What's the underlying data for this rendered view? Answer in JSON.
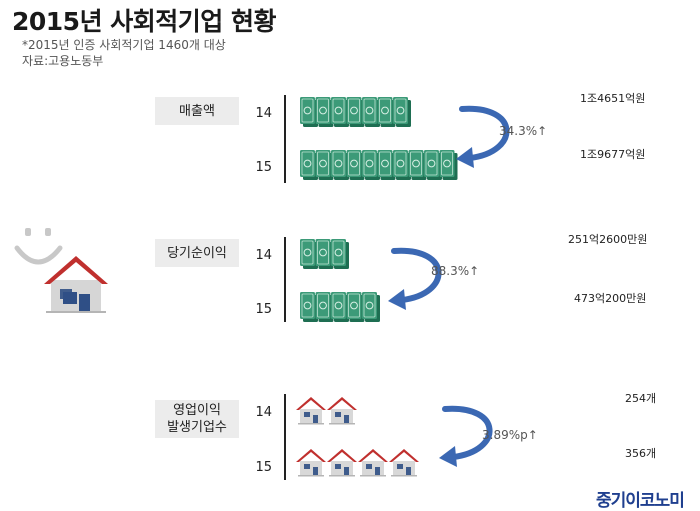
{
  "title": "2015년 사회적기업 현황",
  "notes": {
    "target": "*2015년 인증 사회적기업 1460개 대상",
    "source": "자료:고용노동부"
  },
  "brand": "중기이코노미",
  "colors": {
    "money": "#3c9a78",
    "money_dark": "#1e6e52",
    "house_roof": "#c0302e",
    "house_wall": "#d8d8d8",
    "arrow": "#3b68b3",
    "axis": "#222222",
    "label_bg": "#ececec"
  },
  "chart_data": {
    "type": "pictograph",
    "years": [
      "14",
      "15"
    ],
    "groups": [
      {
        "label_lines": [
          "매출액"
        ],
        "icon": "banknote-stack-icon",
        "values": [
          "1조4651억원",
          "1조9677억원"
        ],
        "icon_counts": [
          7,
          10
        ],
        "change": "34.3%↑"
      },
      {
        "label_lines": [
          "당기순이익"
        ],
        "icon": "banknote-stack-icon",
        "values": [
          "251억2600만원",
          "473억200만원"
        ],
        "icon_counts": [
          3,
          5
        ],
        "change": "88.3%↑"
      },
      {
        "label_lines": [
          "영업이익",
          "발생기업수"
        ],
        "icon": "house-icon",
        "values": [
          "254개",
          "356개"
        ],
        "icon_counts": [
          2,
          4
        ],
        "change": "3.89%p↑"
      }
    ]
  }
}
